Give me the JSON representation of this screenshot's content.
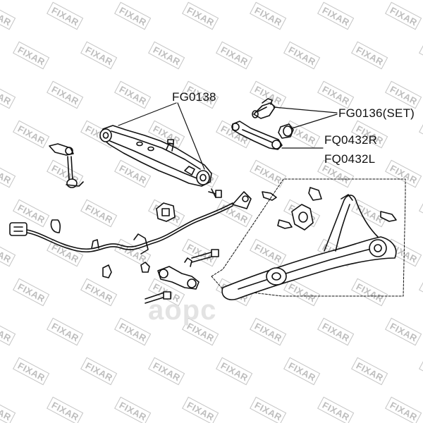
{
  "labels": {
    "arm_upper": "FG0138",
    "bushing_set": "FG0136(SET)",
    "link_right": "FQ0432R",
    "link_left": "FQ0432L"
  },
  "watermark": {
    "brand": "FIXAR",
    "logo": "аорс"
  }
}
